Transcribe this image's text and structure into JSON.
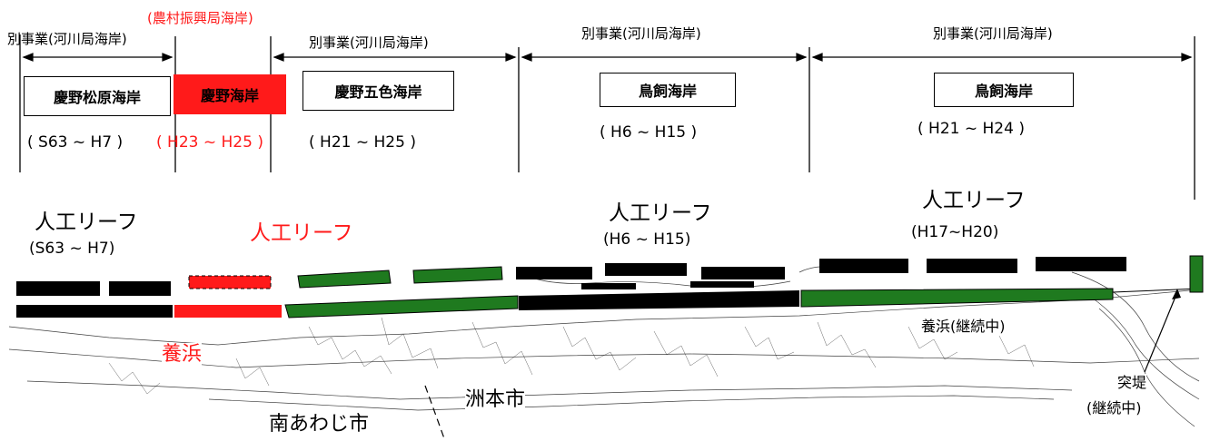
{
  "sections": [
    {
      "header": "別事業(河川局海岸)",
      "name": "慶野松原海岸",
      "period": "( S63 ~ H7 )",
      "highlight": false
    },
    {
      "header": "(農村振興局海岸)",
      "name": "慶野海岸",
      "period": "( H23 ~ H25 )",
      "highlight": true
    },
    {
      "header": "別事業(河川局海岸)",
      "name": "慶野五色海岸",
      "period": "( H21 ~ H25 )",
      "highlight": false
    },
    {
      "header": "別事業(河川局海岸)",
      "name": "鳥飼海岸",
      "period": "( H6 ~ H15 )",
      "highlight": false
    },
    {
      "header": "別事業(河川局海岸)",
      "name": "鳥飼海岸",
      "period": "( H21 ~ H24 )",
      "highlight": false
    }
  ],
  "reefs": [
    {
      "label": "人工リーフ",
      "period": "(S63 ~ H7)",
      "color": "#000000"
    },
    {
      "label": "人工リーフ",
      "period": "",
      "color": "#ff1a1a"
    },
    {
      "label": "人工リーフ",
      "period": "(H6 ~ H15)",
      "color": "#000000"
    },
    {
      "label": "人工リーフ",
      "period": "(H17~H20)",
      "color": "#000000"
    }
  ],
  "annotations": {
    "beach_red": "養浜",
    "beach_continuing": "養浜(継続中)",
    "jetty": "突堤",
    "jetty_status": "(継続中)"
  },
  "places": {
    "minamiawaji": "南あわじ市",
    "sumoto": "洲本市"
  },
  "colors": {
    "red": "#ff1a1a",
    "green": "#1f7a1f",
    "black": "#000000"
  }
}
